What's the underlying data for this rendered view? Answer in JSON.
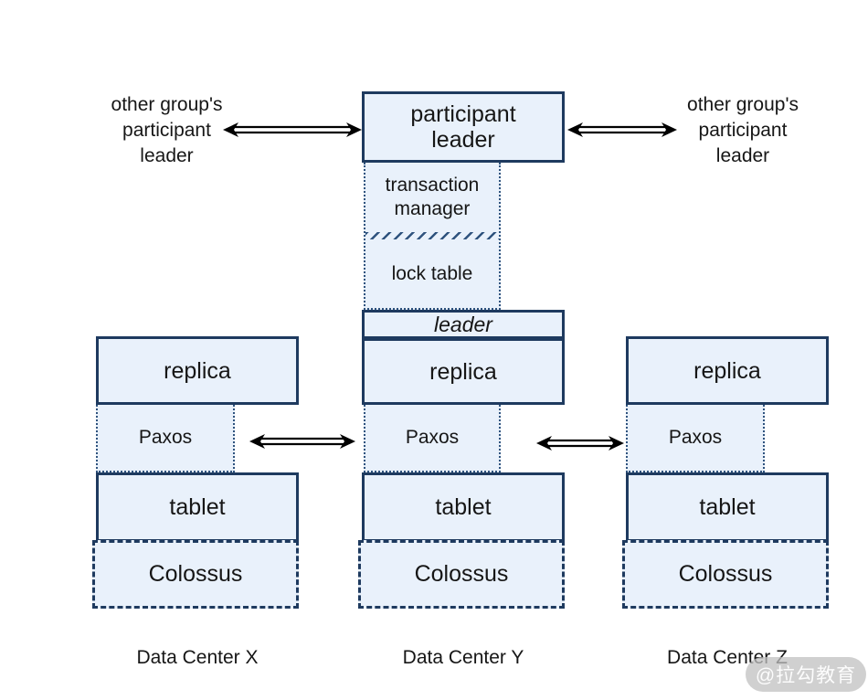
{
  "colors": {
    "box_fill": "#e9f1fb",
    "box_border": "#1e3a5f",
    "dotted_border": "#2f537e",
    "arrow": "#000000",
    "watermark_bg": "#c0c0c0",
    "watermark_text": "#ffffff"
  },
  "icons": {
    "double_arrow": "double-arrow-icon"
  },
  "external": {
    "left_label": "other group's\nparticipant\nleader",
    "right_label": "other group's\nparticipant\nleader"
  },
  "center": {
    "participant_leader": "participant\nleader",
    "transaction_manager": "transaction\nmanager",
    "lock_table": "lock table",
    "leader": "leader",
    "replica": "replica"
  },
  "columns": [
    {
      "id": "x",
      "replica": "replica",
      "paxos": "Paxos",
      "tablet": "tablet",
      "colossus": "Colossus",
      "caption": "Data Center X"
    },
    {
      "id": "y",
      "paxos": "Paxos",
      "tablet": "tablet",
      "colossus": "Colossus",
      "caption": "Data Center Y"
    },
    {
      "id": "z",
      "replica": "replica",
      "paxos": "Paxos",
      "tablet": "tablet",
      "colossus": "Colossus",
      "caption": "Data Center Z"
    }
  ],
  "watermark": {
    "label": "@拉勾教育"
  }
}
